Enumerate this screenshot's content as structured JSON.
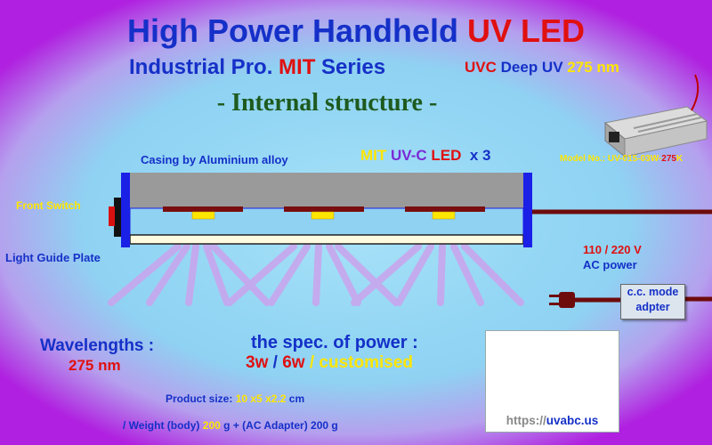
{
  "title": {
    "prefix": "High Power Handheld",
    "highlight": "UV LED"
  },
  "subtitle": {
    "prefix": "Industrial Pro.",
    "series": "MIT",
    "suffix": "Series"
  },
  "uv_type": {
    "part1": "UVC",
    "part2": "Deep UV",
    "wavelength": "275 nm"
  },
  "section": "- Internal structure -",
  "labels": {
    "casing": "Casing by Aluminium alloy",
    "led_brand": "MIT",
    "led_type": "UV-C",
    "led_word": "LED",
    "led_count": "x 3",
    "front_switch": "Front Switch",
    "light_guide": "Light Guide Plate",
    "ac_voltage": "110 / 220 V",
    "ac_power": "AC power",
    "adapter_line1": "c.c. mode",
    "adapter_line2": "adpter"
  },
  "model": {
    "label": "Model No.:",
    "code": "UV-015-03W-",
    "variant": "275",
    "suffix": "K"
  },
  "wavelengths": {
    "label": "Wavelengths :",
    "value": "275 nm"
  },
  "power": {
    "label": "the spec. of power :",
    "v1": "3w",
    "sep1": "/",
    "v2": "6w",
    "sep2": "/",
    "v3": "customised"
  },
  "product_size": {
    "label": "Product size:",
    "value": "10 x5 x2.2",
    "unit": "cm"
  },
  "weight": {
    "prefix": "/  Weight (body)",
    "body": "200",
    "middle": "g + (AC Adapter) 200 g"
  },
  "website": "https://uvabc.us",
  "colors": {
    "title_blue": "#1530c8",
    "accent_red": "#e01010",
    "highlight_yellow": "#ffe600",
    "casing_gray": "#9a9a9a",
    "endcap_blue": "#1a20e6",
    "led_bar": "#7a0e0e",
    "cable": "#6e0c0c",
    "uv_rays": "#c8a6ee"
  }
}
